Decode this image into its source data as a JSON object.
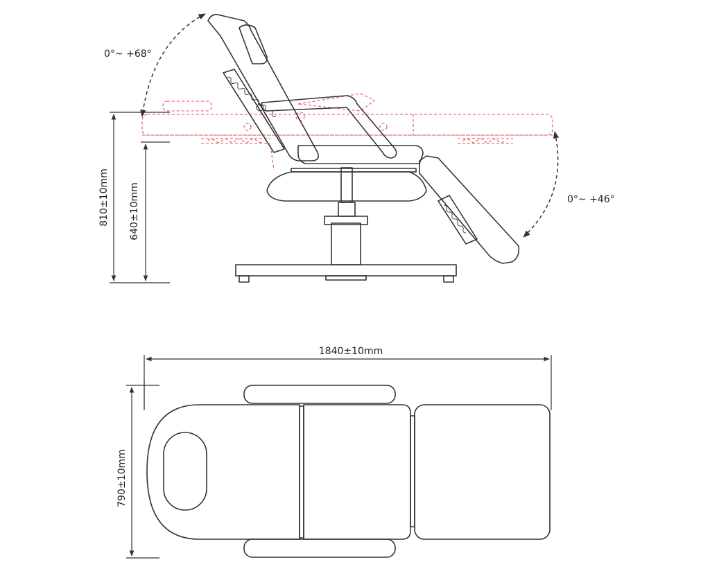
{
  "side_view": {
    "backrest_angle": "0°~ +68°",
    "legrest_angle": "0°~ +46°",
    "overall_height": "810±10mm",
    "seat_height": "640±10mm"
  },
  "top_view": {
    "length": "1840±10mm",
    "width": "790±10mm"
  },
  "colors": {
    "outline": "#333333",
    "reclined_position": "#e0525a"
  }
}
